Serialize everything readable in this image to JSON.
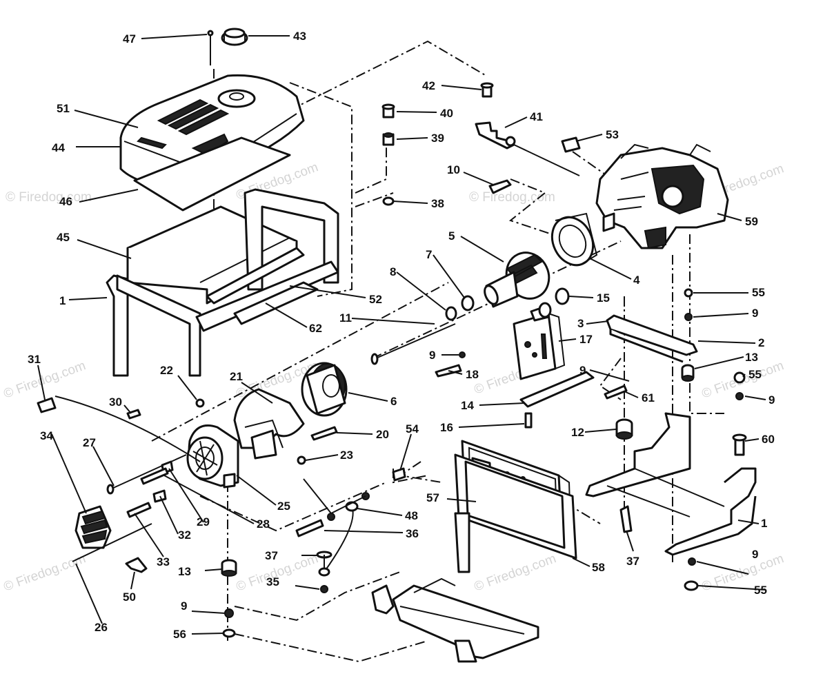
{
  "watermark": "© Firedog.com",
  "callouts": [
    {
      "n": "47"
    },
    {
      "n": "43"
    },
    {
      "n": "51"
    },
    {
      "n": "44"
    },
    {
      "n": "46"
    },
    {
      "n": "45"
    },
    {
      "n": "1"
    },
    {
      "n": "52"
    },
    {
      "n": "62"
    },
    {
      "n": "42"
    },
    {
      "n": "40"
    },
    {
      "n": "39"
    },
    {
      "n": "41"
    },
    {
      "n": "38"
    },
    {
      "n": "10"
    },
    {
      "n": "53"
    },
    {
      "n": "59"
    },
    {
      "n": "5"
    },
    {
      "n": "7"
    },
    {
      "n": "8"
    },
    {
      "n": "4"
    },
    {
      "n": "15"
    },
    {
      "n": "11"
    },
    {
      "n": "3"
    },
    {
      "n": "55"
    },
    {
      "n": "9"
    },
    {
      "n": "2"
    },
    {
      "n": "17"
    },
    {
      "n": "9"
    },
    {
      "n": "18"
    },
    {
      "n": "13"
    },
    {
      "n": "55"
    },
    {
      "n": "9"
    },
    {
      "n": "9"
    },
    {
      "n": "61"
    },
    {
      "n": "31"
    },
    {
      "n": "22"
    },
    {
      "n": "21"
    },
    {
      "n": "6"
    },
    {
      "n": "14"
    },
    {
      "n": "16"
    },
    {
      "n": "12"
    },
    {
      "n": "60"
    },
    {
      "n": "30"
    },
    {
      "n": "20"
    },
    {
      "n": "54"
    },
    {
      "n": "34"
    },
    {
      "n": "27"
    },
    {
      "n": "23"
    },
    {
      "n": "25"
    },
    {
      "n": "29"
    },
    {
      "n": "28"
    },
    {
      "n": "57"
    },
    {
      "n": "1"
    },
    {
      "n": "32"
    },
    {
      "n": "48"
    },
    {
      "n": "36"
    },
    {
      "n": "33"
    },
    {
      "n": "37"
    },
    {
      "n": "37"
    },
    {
      "n": "58"
    },
    {
      "n": "9"
    },
    {
      "n": "50"
    },
    {
      "n": "13"
    },
    {
      "n": "35"
    },
    {
      "n": "55"
    },
    {
      "n": "26"
    },
    {
      "n": "9"
    },
    {
      "n": "56"
    }
  ]
}
